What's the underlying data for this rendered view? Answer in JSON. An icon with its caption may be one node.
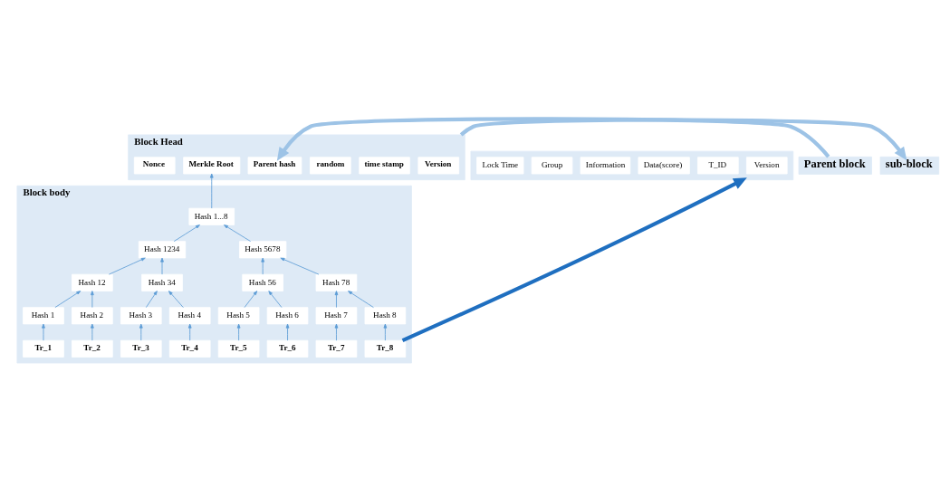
{
  "diagram": {
    "nodes": [
      {
        "text": [
          "Block Head"
        ]
      },
      {
        "text": [
          "Version"
        ],
        "in": 0
      },
      {
        "text": [
          "time stamp"
        ],
        "in": 0
      },
      {
        "text": [
          "random"
        ],
        "in": 0
      },
      {
        "text": [
          "Parent hash"
        ],
        "in": 0
      },
      {
        "text": [
          "Merkle Root"
        ],
        "in": 0
      },
      {
        "text": [
          "Nonce"
        ],
        "in": 0
      },
      {
        "text": [
          "Parent block"
        ]
      },
      {
        "text": [
          "sub-block"
        ]
      },
      {
        "text": [
          "Block body"
        ]
      },
      {
        "text": [
          "Hash 1...8"
        ],
        "in": 9
      },
      {
        "text": [
          "Hash 1234"
        ],
        "in": 9
      },
      {
        "text": [
          "Hash 5678"
        ],
        "in": 9
      },
      {
        "text": [
          "Hash 12"
        ],
        "in": 9
      },
      {
        "text": [
          "Hash 34"
        ],
        "in": 9
      },
      {
        "text": [
          "Hash 56"
        ],
        "in": 9
      },
      {
        "text": [
          "Hash 78"
        ],
        "in": 9
      },
      {
        "text": [
          "Hash 1"
        ],
        "in": 9
      },
      {
        "text": [
          "Hash 2"
        ],
        "in": 9
      },
      {
        "text": [
          "Hash 3"
        ],
        "in": 9
      },
      {
        "text": [
          "Hash 4"
        ],
        "in": 9
      },
      {
        "text": [
          "Hash 5"
        ],
        "in": 9
      },
      {
        "text": [
          "Hash 6"
        ],
        "in": 9
      },
      {
        "text": [
          "Hash 7"
        ],
        "in": 9
      },
      {
        "text": [
          "Hash 8"
        ],
        "in": 9
      },
      {
        "text": [
          "Tr_1"
        ],
        "in": 9
      },
      {
        "text": [
          "Tr_2"
        ],
        "in": 9
      },
      {
        "text": [
          "Tr_3"
        ],
        "in": 9
      },
      {
        "text": [
          "Tr_4"
        ],
        "in": 9
      },
      {
        "text": [
          "Tr_5"
        ],
        "in": 9
      },
      {
        "text": [
          "Tr_6"
        ],
        "in": 9
      },
      {
        "text": [
          "Tr_7"
        ],
        "in": 9
      },
      {
        "text": [
          "Tr_8"
        ],
        "in": 9
      },
      {
        "text": [],
        "shape": "box"
      },
      {
        "text": [
          "Version"
        ],
        "in": 33
      },
      {
        "text": [
          "T_ID"
        ],
        "in": 33
      },
      {
        "text": [
          "Data(score)"
        ],
        "in": 33
      },
      {
        "text": [
          "Information"
        ],
        "in": 33
      },
      {
        "text": [
          "Group"
        ],
        "in": 33
      },
      {
        "text": [
          "Lock Time"
        ],
        "in": 33
      }
    ],
    "edges": [
      {
        "from": 7,
        "to": 4,
        "arrow": "to",
        "style": "thick",
        "color": "#9dc3e6"
      },
      {
        "from": 0,
        "to": 8,
        "arrow": "to",
        "style": "thick",
        "color": "#9dc3e6"
      },
      {
        "from": 10,
        "to": 5,
        "arrow": "to"
      },
      {
        "from": 11,
        "to": 10,
        "arrow": "to"
      },
      {
        "from": 12,
        "to": 10,
        "arrow": "to"
      },
      {
        "from": 13,
        "to": 11,
        "arrow": "to"
      },
      {
        "from": 14,
        "to": 11,
        "arrow": "to"
      },
      {
        "from": 15,
        "to": 12,
        "arrow": "to"
      },
      {
        "from": 16,
        "to": 12,
        "arrow": "to"
      },
      {
        "from": 17,
        "to": 13,
        "arrow": "to"
      },
      {
        "from": 18,
        "to": 13,
        "arrow": "to"
      },
      {
        "from": 19,
        "to": 14,
        "arrow": "to"
      },
      {
        "from": 20,
        "to": 14,
        "arrow": "to"
      },
      {
        "from": 21,
        "to": 15,
        "arrow": "to"
      },
      {
        "from": 22,
        "to": 15,
        "arrow": "to"
      },
      {
        "from": 23,
        "to": 16,
        "arrow": "to"
      },
      {
        "from": 24,
        "to": 16,
        "arrow": "to"
      },
      {
        "from": 25,
        "to": 17,
        "arrow": "to"
      },
      {
        "from": 26,
        "to": 18,
        "arrow": "to"
      },
      {
        "from": 27,
        "to": 19,
        "arrow": "to"
      },
      {
        "from": 28,
        "to": 20,
        "arrow": "to"
      },
      {
        "from": 29,
        "to": 21,
        "arrow": "to"
      },
      {
        "from": 30,
        "to": 22,
        "arrow": "to"
      },
      {
        "from": 31,
        "to": 23,
        "arrow": "to"
      },
      {
        "from": 32,
        "to": 24,
        "arrow": "to"
      },
      {
        "from": 32,
        "to": 33,
        "arrow": "to",
        "style": "thick",
        "color": "#1f6fc0"
      }
    ]
  }
}
